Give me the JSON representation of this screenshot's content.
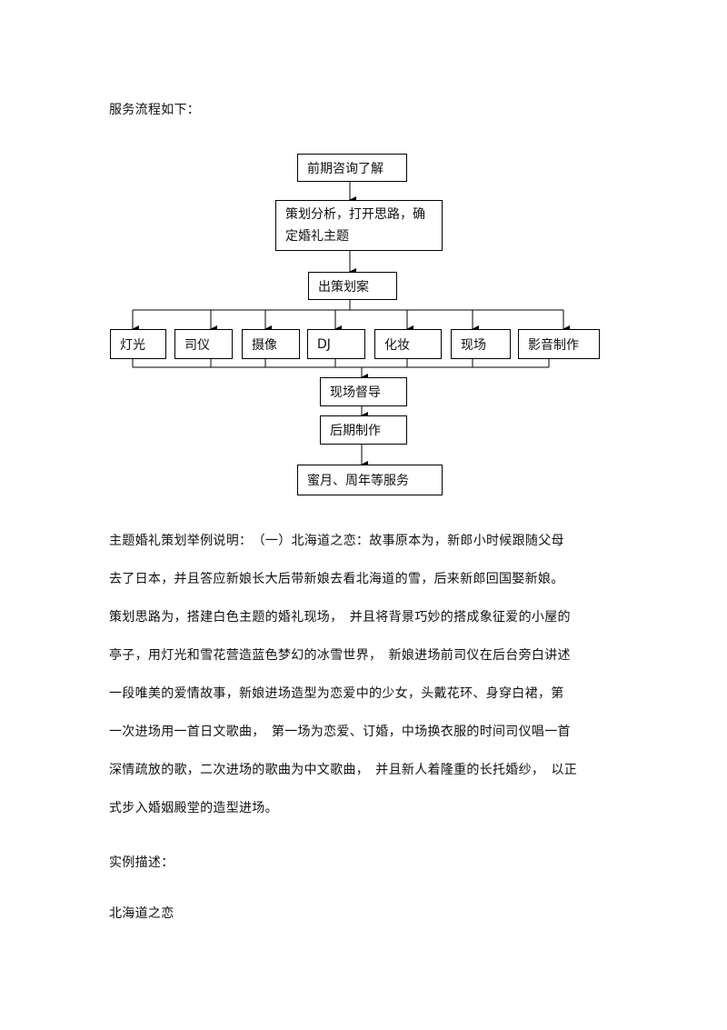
{
  "intro": "服务流程如下：",
  "flow": {
    "step1": "前期咨询了解",
    "step2_line1": "策划分析，打开思路，确",
    "step2_line2": "定婚礼主题",
    "step3": "出策划案",
    "branches": [
      "灯光",
      "司仪",
      "摄像",
      "DJ",
      "化妆",
      "现场",
      "影音制作"
    ],
    "step4": "现场督导",
    "step5": "后期制作",
    "step6": "蜜月、周年等服务"
  },
  "paragraph": [
    "主题婚礼策划举例说明：　（一）北海道之恋：故事原本为，新郎小时候跟随父母",
    "去了日本，并且答应新娘长大后带新娘去看北海道的雪，后来新郎回国娶新娘。",
    "策划思路为，搭建白色主题的婚礼现场，　并且将背景巧妙的搭成象征爱的小屋的",
    "亭子，用灯光和雪花营造蓝色梦幻的冰雪世界，　新娘进场前司仪在后台旁白讲述",
    "一段唯美的爱情故事，新娘进场造型为恋爱中的少女，头戴花环、身穿白裙，第",
    "一次进场用一首日文歌曲，　第一场为恋爱、订婚，中场换衣服的时间司仪唱一首",
    "深情疏放的歌，二次进场的歌曲为中文歌曲，　并且新人着隆重的长托婚纱，　以正",
    "式步入婚姻殿堂的造型进场。"
  ],
  "example_label": "实例描述：",
  "example_title": "北海道之恋"
}
